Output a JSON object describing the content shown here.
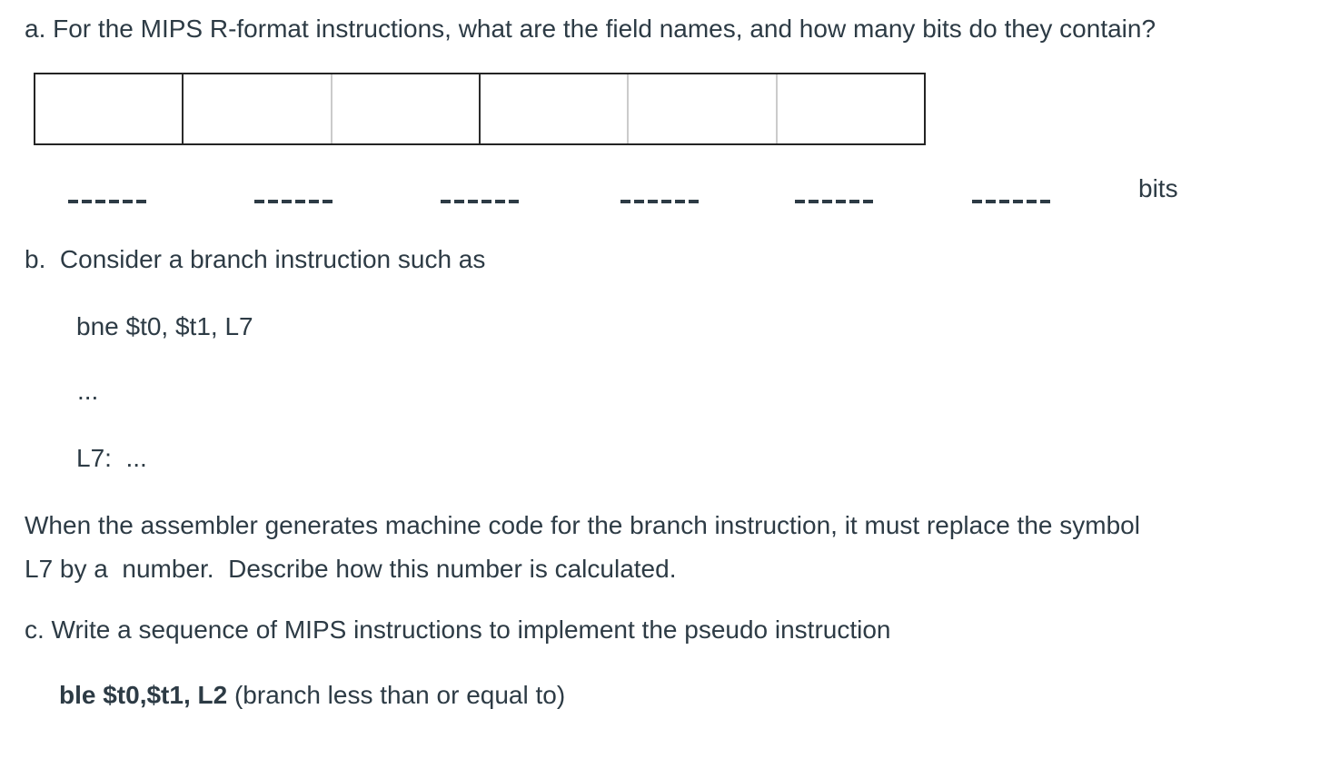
{
  "colors": {
    "text": "#2D3B45",
    "table_outer_border": "#242424",
    "table_dark_divider": "#2b2b2b",
    "table_light_divider": "#cbcbcb",
    "background": "#ffffff"
  },
  "question_a": {
    "prompt": "a. For the MIPS R-format instructions, what are the field names, and how many bits do they contain?",
    "table": {
      "columns": 6,
      "cells": [
        "",
        "",
        "",
        "",
        "",
        ""
      ]
    },
    "answer_blanks": {
      "groups": [
        "______",
        "______",
        "______",
        "______",
        "______",
        "______"
      ],
      "unit_label": "bits"
    }
  },
  "question_b": {
    "prompt": "b.  Consider a branch instruction such as",
    "code_line": "bne $t0, $t1, L7",
    "ellipsis_line": "...",
    "label_line": "L7:  ...",
    "paragraph": "When the assembler generates machine code for the branch instruction, it must replace the symbol\nL7 by a  number.  Describe how this number is calculated."
  },
  "question_c": {
    "prompt": "c. Write a sequence of MIPS instructions to implement the pseudo instruction",
    "code_bold": "ble $t0,$t1, L2",
    "code_note": " (branch less than or equal to)"
  }
}
